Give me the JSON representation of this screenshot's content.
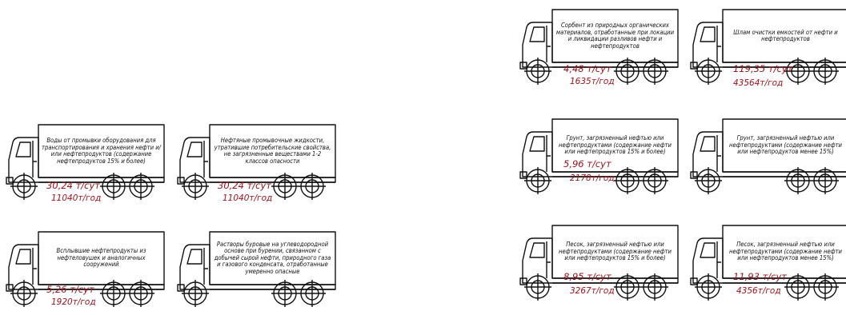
{
  "colors": {
    "outline": "#111111",
    "rate_text": "#a3111a",
    "background": "#ffffff"
  },
  "trucks": [
    {
      "cargo": "Воды от промывки оборудования для транспортирования и хранения нефти и/или нефтепродуктов (содержание нефтепродуктов 15% и более)",
      "rate_day": "30,24 т/сут",
      "rate_year": "11040т/год"
    },
    {
      "cargo": "Нефтяные промывочные жидкости, утратившие потребительские свойства, не загрязненные веществами 1-2 классов опасности",
      "rate_day": "30,24 т/сут",
      "rate_year": "11040т/год"
    },
    {
      "cargo": "Всплывшие нефтепродукты из нефтеловушек и аналогичных сооружений",
      "rate_day": "5,26 т/сут",
      "rate_year": "1920т/год"
    },
    {
      "cargo": "Растворы буровые на углеводородной основе при бурении, связанном с добычей сырой нефти, природного газа и газового конденсата, отработанные умеренно опасные",
      "rate_day": "",
      "rate_year": ""
    },
    {
      "cargo": "Сорбент из природных органических материалов, отработанные при локации и ликвидации разливов нефти и нефтепродуктов",
      "rate_day": "4,48 т/сут",
      "rate_year": "1635т/год"
    },
    {
      "cargo": "Шлам очистки емкостей от нефти и нефтепродуктов",
      "rate_day": "119,35 т/сут",
      "rate_year": "43564т/год"
    },
    {
      "cargo": "Грунт, загрязненный нефтью или нефтепродуктами (содержание нефти или нефтепродуктов 15% и более)",
      "rate_day": "5,96 т/сут",
      "rate_year": "2178т/год"
    },
    {
      "cargo": "Грунт, загрязненный нефтью или нефтепродуктами (содержание нефти или нефтепродуктов менее 15%)",
      "rate_day": "",
      "rate_year": ""
    },
    {
      "cargo": "Песок, загрязненный нефтью или нефтепродуктами (содержание нефти или нефтепродуктов 15% и более)",
      "rate_day": "8,95 т/сут",
      "rate_year": "3267т/год"
    },
    {
      "cargo": "Песок, загрязненный нефтью или нефтепродуктами (содержание нефти или нефтепродуктов менее 15%)",
      "rate_day": "11,93 т/сут",
      "rate_year": "4356т/год"
    }
  ]
}
